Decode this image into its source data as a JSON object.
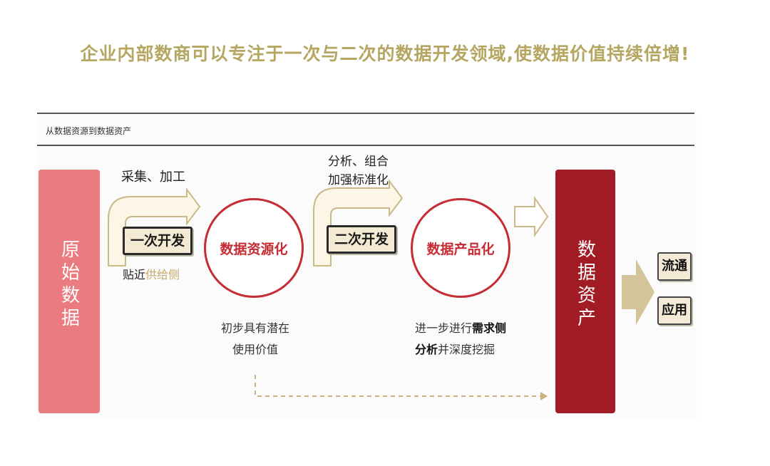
{
  "headline": "企业内部数商可以专注于一次与二次的数据开发领域,使数据价值持续倍增!",
  "diagram": {
    "title": "从数据资源到数据资产",
    "raw_data": "原始数据",
    "step1": {
      "label": "采集、加工",
      "box": "一次开发",
      "side_prefix": "贴近",
      "side_highlight": "供给侧"
    },
    "circle1": {
      "label": "数据资源化",
      "note_line1": "初步具有潜在",
      "note_line2": "使用价值"
    },
    "step2": {
      "label_line1": "分析、组合",
      "label_line2": "加强标准化",
      "box": "二次开发"
    },
    "circle2": {
      "label": "数据产品化",
      "note_line1_prefix": "进一步进行",
      "note_line1_bold": "需求侧",
      "note_line2_bold": "分析",
      "note_line2_suffix": "并深度挖掘"
    },
    "asset": "数据资产",
    "outputs": [
      "流通",
      "应用"
    ]
  }
}
